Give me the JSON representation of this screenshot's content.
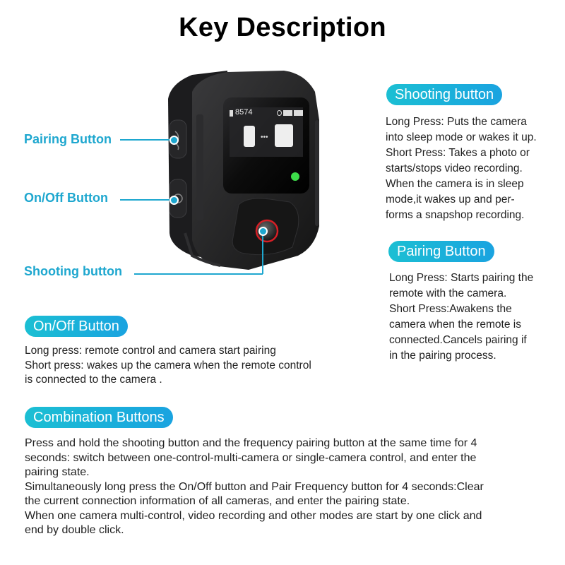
{
  "title": "Key Description",
  "callouts": {
    "pairing": "Pairing Button",
    "onoff": "On/Off Button",
    "shooting": "Shooting button"
  },
  "device_screen": {
    "counter": "8574",
    "status_led_color": "#3ddc4a",
    "icons": [
      "sd-card-icon",
      "signal-icon",
      "remote-battery-icon",
      "camera-battery-icon",
      "remote-icon",
      "connection-dots-icon",
      "camera-icon"
    ]
  },
  "sections": {
    "shooting": {
      "heading": "Shooting button",
      "lines": [
        "Long Press: Puts the camera",
        "into sleep mode or wakes it up.",
        "Short Press: Takes a photo or",
        "starts/stops video recording.",
        "When the camera is in sleep",
        "mode,it wakes up and per-",
        "forms a snapshop recording."
      ]
    },
    "pairing": {
      "heading": "Pairing Button",
      "lines": [
        "Long Press: Starts pairing the",
        "remote with the camera.",
        "Short Press:Awakens the",
        "camera when the remote is",
        "connected.Cancels pairing if",
        "in the pairing process."
      ]
    },
    "onoff": {
      "heading": "On/Off Button",
      "lines": [
        "Long press: remote control and camera start pairing",
        "Short press: wakes up the camera when the remote control",
        "is connected to the camera ."
      ]
    },
    "combination": {
      "heading": "Combination Buttons",
      "lines": [
        "Press and hold the shooting button and the frequency pairing button at the same time for 4",
        "seconds: switch between one-control-multi-camera or single-camera control, and enter the",
        "pairing state.",
        "Simultaneously long press the On/Off button and Pair Frequency button for 4 seconds:Clear",
        "the current connection information of all cameras, and enter the pairing state.",
        "When one camera multi-control, video recording and other modes are start by one click and",
        "end by double click."
      ]
    }
  },
  "colors": {
    "accent": "#1ea7cf",
    "pill_start": "#1bbfd3",
    "pill_end": "#1aa3e0",
    "shutter_ring": "#d61f26"
  }
}
